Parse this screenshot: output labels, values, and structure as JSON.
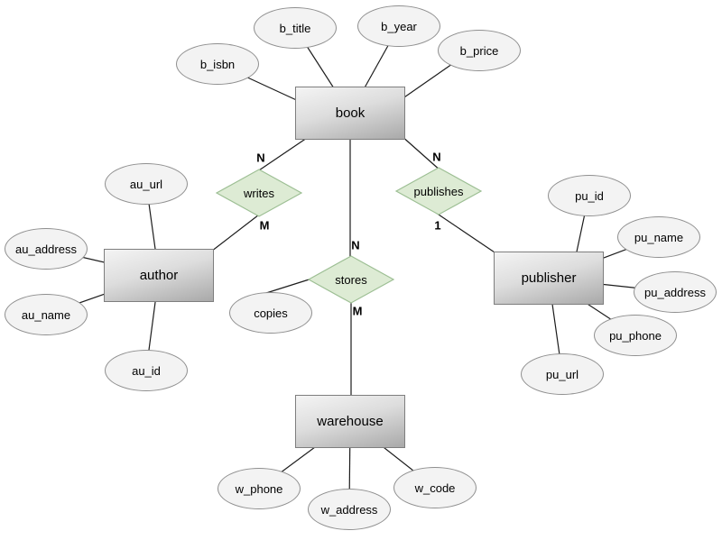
{
  "diagram": {
    "type": "entity-relationship-diagram",
    "colors": {
      "background": "#ffffff",
      "entity_fill_top": "#f4f4f4",
      "entity_fill_bottom": "#a9a9a9",
      "entity_border": "#7e7e7e",
      "attribute_fill": "#f3f3f3",
      "attribute_border": "#8f8f8f",
      "relationship_fill": "#ddebd4",
      "relationship_border": "#9dbf94",
      "connector_line": "#1c1c1c",
      "text": "#000000"
    },
    "entities": [
      {
        "label": "book"
      },
      {
        "label": "author"
      },
      {
        "label": "publisher"
      },
      {
        "label": "warehouse"
      }
    ],
    "relationships": [
      {
        "label": "writes",
        "cardinality_book": "N",
        "cardinality_author": "M"
      },
      {
        "label": "publishes",
        "cardinality_book": "N",
        "cardinality_publisher": "1"
      },
      {
        "label": "stores",
        "cardinality_book": "N",
        "cardinality_warehouse": "M"
      }
    ],
    "attributes": {
      "book": [
        "b_isbn",
        "b_title",
        "b_year",
        "b_price"
      ],
      "author": [
        "au_url",
        "au_address",
        "au_name",
        "au_id"
      ],
      "publisher": [
        "pu_id",
        "pu_name",
        "pu_address",
        "pu_phone",
        "pu_url"
      ],
      "stores": [
        "copies"
      ],
      "warehouse": [
        "w_phone",
        "w_address",
        "w_code"
      ]
    }
  }
}
